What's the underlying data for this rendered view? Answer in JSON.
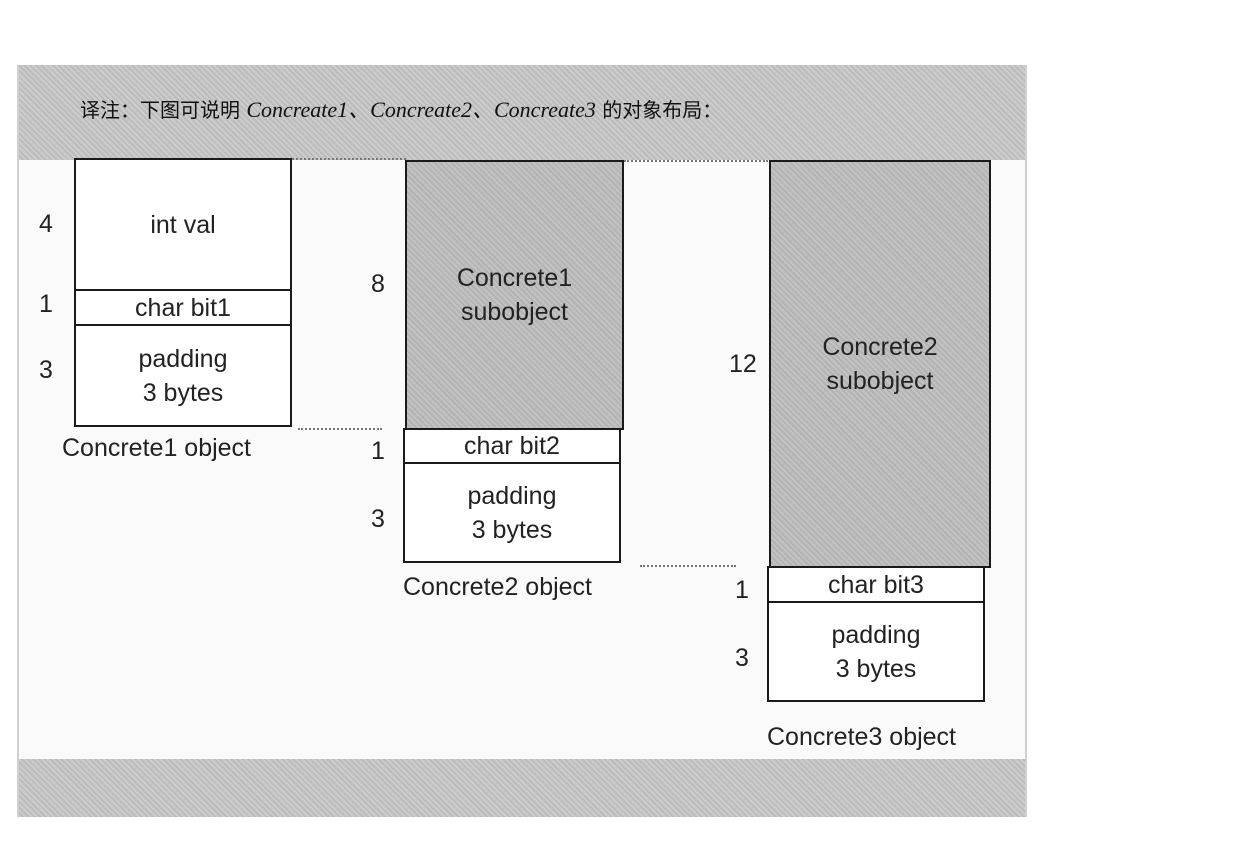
{
  "title": {
    "prefix": "译注：下图可说明 ",
    "italic": "Concreate1、Concreate2、Concreate3",
    "suffix": " 的对象布局："
  },
  "objects": [
    {
      "caption": "Concrete1 object",
      "segments": [
        {
          "label": "int  val",
          "size": "4",
          "shaded": false
        },
        {
          "label": "char  bit1",
          "size": "1",
          "shaded": false
        },
        {
          "label": "padding\n3 bytes",
          "size": "3",
          "shaded": false
        }
      ]
    },
    {
      "caption": "Concrete2 object",
      "segments": [
        {
          "label": "Concrete1\nsubobject",
          "size": "8",
          "shaded": true
        },
        {
          "label": "char  bit2",
          "size": "1",
          "shaded": false
        },
        {
          "label": "padding\n3 bytes",
          "size": "3",
          "shaded": false
        }
      ]
    },
    {
      "caption": "Concrete3 object",
      "segments": [
        {
          "label": "Concrete2\nsubobject",
          "size": "12",
          "shaded": true
        },
        {
          "label": "char  bit3",
          "size": "1",
          "shaded": false
        },
        {
          "label": "padding\n3 bytes",
          "size": "3",
          "shaded": false
        }
      ]
    }
  ]
}
